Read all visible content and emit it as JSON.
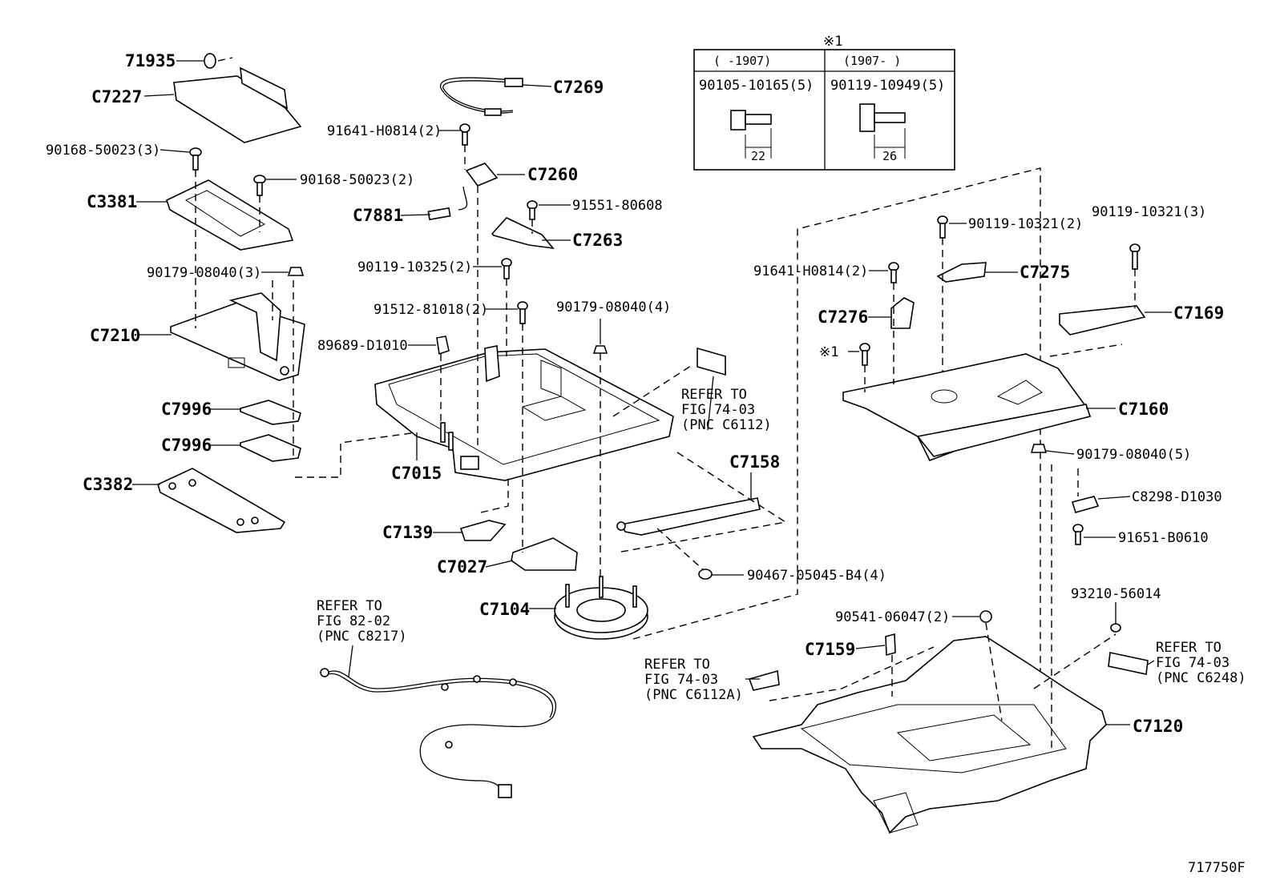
{
  "diagram": {
    "code": "717750F",
    "labels": {
      "l71935": "71935",
      "lC7227": "C7227",
      "l90168_3": "90168-50023(3)",
      "l90168_2": "90168-50023(2)",
      "lC3381": "C3381",
      "l90179_3": "90179-08040(3)",
      "lC7210": "C7210",
      "lC7996a": "C7996",
      "lC7996b": "C7996",
      "lC3382": "C3382",
      "lC7269": "C7269",
      "l91641a": "91641-H0814(2)",
      "lC7260": "C7260",
      "lC7881": "C7881",
      "l91551": "91551-80608",
      "lC7263": "C7263",
      "l90119_10325": "90119-10325(2)",
      "l91512": "91512-81018(2)",
      "l90179_4": "90179-08040(4)",
      "l89689": "89689-D1010",
      "lC7015": "C7015",
      "lC7158": "C7158",
      "lC7139": "C7139",
      "lC7027": "C7027",
      "lC7104": "C7104",
      "l90467": "90467-05045-B4(4)",
      "l90119_10321_2": "90119-10321(2)",
      "l90119_10321_3": "90119-10321(3)",
      "l91641b": "91641-H0814(2)",
      "lC7275": "C7275",
      "lC7276": "C7276",
      "lC7169": "C7169",
      "lMark1": "※1",
      "lC7160": "C7160",
      "l90179_5": "90179-08040(5)",
      "lC8298": "C8298-D1030",
      "l91651": "91651-B0610",
      "l93210": "93210-56014",
      "l90541": "90541-06047(2)",
      "lC7159": "C7159",
      "lC7120": "C7120"
    },
    "refs": {
      "r6112": [
        "REFER TO",
        "FIG 74-03",
        "(PNC C6112)"
      ],
      "r8217": [
        "REFER TO",
        "FIG 82-02",
        "(PNC C8217)"
      ],
      "r6112A": [
        "REFER TO",
        "FIG 74-03",
        "(PNC C6112A)"
      ],
      "r6248": [
        "REFER TO",
        "FIG 74-03",
        "(PNC C6248)"
      ]
    },
    "table": {
      "mark": "※1",
      "col1_header": "(    -1907)",
      "col2_header": "(1907-     )",
      "col1_part": "90105-10165(5)",
      "col2_part": "90119-10949(5)",
      "col1_len": "22",
      "col2_len": "26"
    }
  }
}
